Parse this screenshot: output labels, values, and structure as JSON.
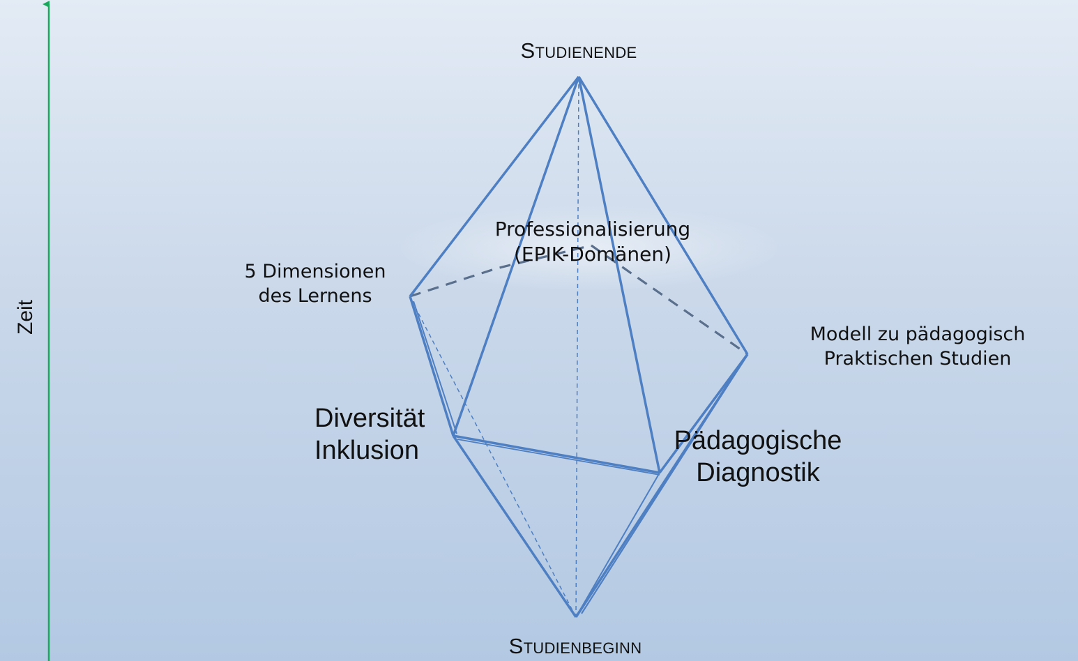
{
  "axis": {
    "label": "Zeit",
    "color": "#19a85b"
  },
  "vertices": {
    "top": "Studienende",
    "bottom": "Studienbeginn",
    "center": [
      "Professionalisierung",
      "(EPIK-Domänen)"
    ],
    "upper_left": [
      "5 Dimensionen",
      "des Lernens"
    ],
    "right": [
      "Modell zu pädagogisch",
      "Praktischen Studien"
    ],
    "left": [
      "Diversität",
      "Inklusion"
    ],
    "lower_right": [
      "Pädagogische",
      "Diagnostik"
    ]
  },
  "colors": {
    "edge": "#4e7fc2",
    "hidden_edge": "#5a6f8c",
    "background_top": "#e3ebf5",
    "background_bottom": "#b3c9e3"
  }
}
